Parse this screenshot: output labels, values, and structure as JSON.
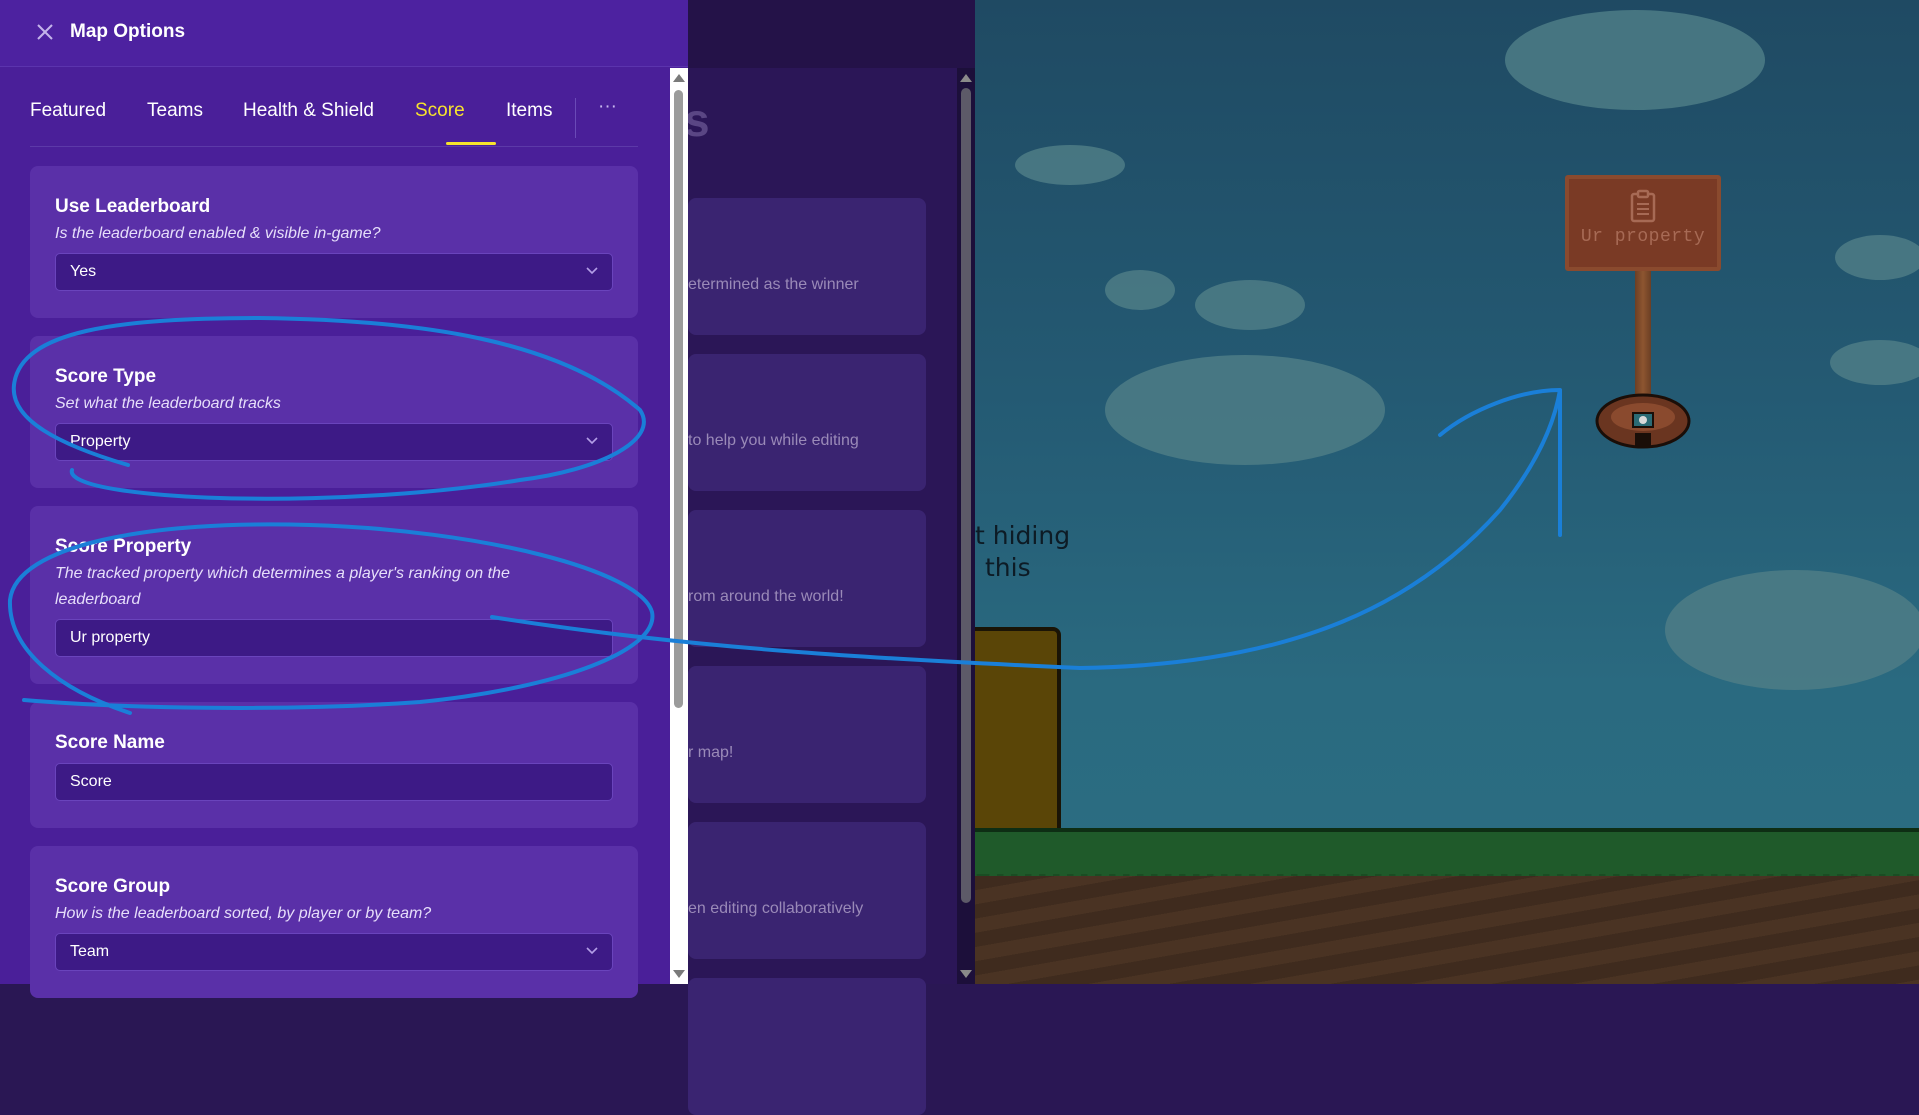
{
  "window": {
    "title": "Map Options",
    "close_icon": "close-icon"
  },
  "tabs": [
    {
      "label": "Featured",
      "active": false
    },
    {
      "label": "Teams",
      "active": false
    },
    {
      "label": "Health & Shield",
      "active": false
    },
    {
      "label": "Score",
      "active": true
    },
    {
      "label": "Items",
      "active": false
    }
  ],
  "tabs_more": "···",
  "settings": [
    {
      "title": "Use Leaderboard",
      "description": "Is the leaderboard enabled & visible in-game?",
      "value": "Yes",
      "type": "dropdown"
    },
    {
      "title": "Score Type",
      "description": "Set what the leaderboard tracks",
      "value": "Property",
      "type": "dropdown"
    },
    {
      "title": "Score Property",
      "description": "The tracked property which determines a player's ranking on the leaderboard",
      "value": "Ur property",
      "type": "text"
    },
    {
      "title": "Score Name",
      "description": "",
      "value": "Score",
      "type": "text"
    },
    {
      "title": "Score Group",
      "description": "How is the leaderboard sorted, by player or by team?",
      "value": "Team",
      "type": "dropdown"
    }
  ],
  "background_panel": {
    "partial_letter": "s",
    "cards": [
      "etermined as the winner",
      "to help you while editing",
      "rom around the world!",
      "r map!",
      "en editing collaboratively"
    ]
  },
  "game": {
    "sign_text": "Ur property",
    "sign_icon": "clipboard-icon",
    "hint_line1": "t hiding",
    "hint_line2": "this"
  },
  "colors": {
    "panel_bg": "#4a1f99",
    "card_bg": "#5a30a8",
    "field_bg": "#3d1a86",
    "active_tab": "#f7e32d",
    "annotation": "#1a7fd8"
  }
}
